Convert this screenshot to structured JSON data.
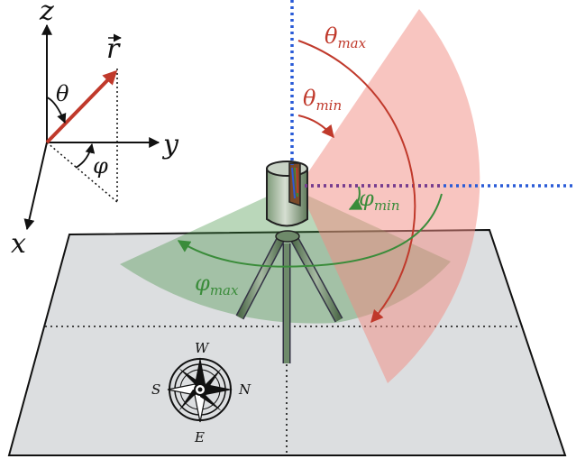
{
  "axes": {
    "x": "x",
    "y": "y",
    "z": "z",
    "r_vector": "r",
    "polar_angle": "θ",
    "azimuth_angle": "φ"
  },
  "annotations": {
    "theta_max": {
      "symbol": "θ",
      "sub": "max"
    },
    "theta_min": {
      "symbol": "θ",
      "sub": "min"
    },
    "phi_min": {
      "symbol": "φ",
      "sub": "min"
    },
    "phi_max": {
      "symbol": "φ",
      "sub": "max"
    }
  },
  "compass": {
    "north": "N",
    "south": "S",
    "east": "E",
    "west": "W"
  },
  "colors": {
    "theta": "#c0392b",
    "theta_fill": "#f4a6a3",
    "phi": "#3a8c3a",
    "phi_fill": "#9ccc9c",
    "z_axis": "#2a5bd7",
    "x_axis": "#2a5bd7",
    "ground": "#dcdee0",
    "tripod": "#6e8a6a"
  }
}
